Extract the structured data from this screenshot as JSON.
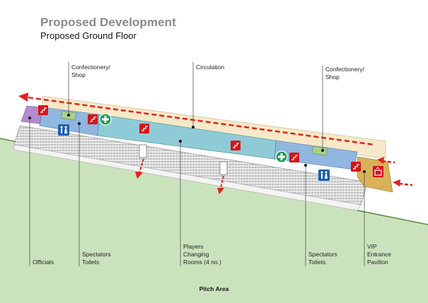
{
  "header": {
    "title": "Proposed Development",
    "subtitle": "Proposed Ground Floor"
  },
  "labels": {
    "top": [
      {
        "id": "confectionery-left",
        "text": "Confectionery/\nShop"
      },
      {
        "id": "circulation",
        "text": "Circulation"
      },
      {
        "id": "confectionery-right",
        "text": "Confectionery/\nShop"
      }
    ],
    "bottom": [
      {
        "id": "officials",
        "text": "Officials"
      },
      {
        "id": "spectators-toilets-left",
        "text": "Spectators\nToilets"
      },
      {
        "id": "players-changing",
        "text": "Players\nChanging\nRooms (4 no.)"
      },
      {
        "id": "spectators-toilets-right",
        "text": "Spectators\nToilets"
      },
      {
        "id": "vip-entrance",
        "text": "VIP\nEntrance\nPavilion"
      }
    ],
    "pitch": "Pitch Area"
  },
  "icons": {
    "stairs": "stairs-icon",
    "toilets": "toilets-icon",
    "first_aid": "first-aid-icon",
    "lift": "lift-icon",
    "arrow": "exit-arrow-icon"
  },
  "colors": {
    "pitch": "#cbe3bd",
    "pitch_edge": "#5a8a3a",
    "circulation": "#f7e9c8",
    "players_zone": "#8fcbd6",
    "toilets_zone": "#8fb7e0",
    "shop": "#a9d08a",
    "officials": "#b48ad0",
    "vip": "#d8b15a",
    "icon_red": "#d7141a",
    "icon_blue": "#1f5fa8",
    "icon_green": "#1e9a4b",
    "arrow": "#e5211d",
    "title_grey": "#8a8a8a"
  }
}
